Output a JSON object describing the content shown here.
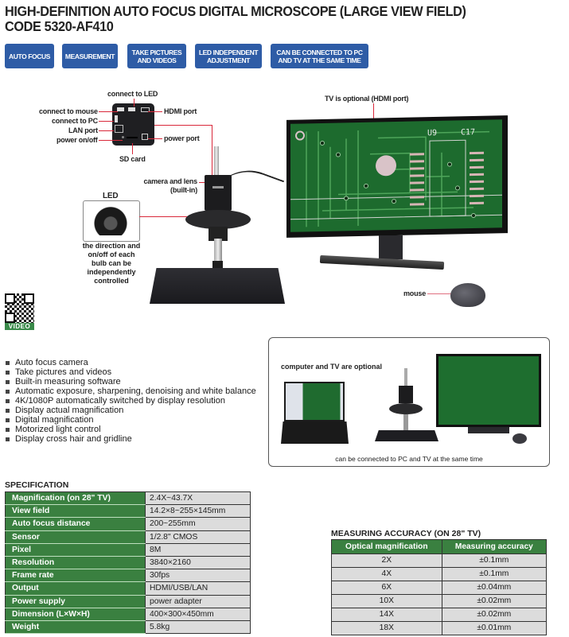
{
  "header": {
    "title_line1": "HIGH-DEFINITION AUTO FOCUS DIGITAL MICROSCOPE (LARGE VIEW FIELD)",
    "title_line2": "CODE 5320-AF410"
  },
  "badges": [
    {
      "line1": "AUTO FOCUS",
      "line2": ""
    },
    {
      "line1": "MEASUREMENT",
      "line2": ""
    },
    {
      "line1": "TAKE PICTURES",
      "line2": "AND VIDEOS"
    },
    {
      "line1": "LED INDEPENDENT",
      "line2": "ADJUSTMENT"
    },
    {
      "line1": "CAN BE CONNECTED TO PC",
      "line2": "AND TV AT THE SAME TIME"
    }
  ],
  "camera_callouts": {
    "connect_led": "connect to LED",
    "connect_mouse": "connect to mouse",
    "connect_pc": "connect to PC",
    "lan_port": "LAN port",
    "power_onoff": "power on/off",
    "hdmi_port": "HDMI port",
    "power_port": "power port",
    "sd_card": "SD card",
    "camera_lens_1": "camera and lens",
    "camera_lens_2": "(built-in)"
  },
  "led_callout": {
    "title": "LED",
    "desc": [
      "the direction and",
      "on/off of each",
      "bulb can be",
      "independently",
      "controlled"
    ]
  },
  "tv_callout": "TV is optional (HDMI port)",
  "mouse_callout": "mouse",
  "screen_labels": {
    "u9": "U9",
    "c17": "C17"
  },
  "qr": {
    "label": "VIDEO"
  },
  "features": [
    "Auto focus camera",
    "Take pictures and videos",
    "Built-in measuring software",
    "Automatic exposure, sharpening, denoising and white balance",
    "4K/1080P automatically switched by display resolution",
    "Display actual magnification",
    "Digital magnification",
    "Motorized light control",
    "Display cross hair and gridline"
  ],
  "setup_box": {
    "caption_top": "computer and TV are optional",
    "caption_bottom": "can be connected to PC and TV at the same time"
  },
  "specification": {
    "title": "SPECIFICATION",
    "rows": [
      {
        "key": "Magnification (on 28\" TV)",
        "value": "2.4X~43.7X"
      },
      {
        "key": "View field",
        "value": "14.2×8~255×145mm"
      },
      {
        "key": "Auto focus distance",
        "value": "200~255mm"
      },
      {
        "key": "Sensor",
        "value": "1/2.8\" CMOS"
      },
      {
        "key": "Pixel",
        "value": "8M"
      },
      {
        "key": "Resolution",
        "value": "3840×2160"
      },
      {
        "key": "Frame rate",
        "value": "30fps"
      },
      {
        "key": "Output",
        "value": "HDMI/USB/LAN"
      },
      {
        "key": "Power supply",
        "value": "power adapter"
      },
      {
        "key": "Dimension (L×W×H)",
        "value": "400×300×450mm"
      },
      {
        "key": "Weight",
        "value": "5.8kg"
      }
    ]
  },
  "accuracy": {
    "title": "MEASURING ACCURACY (ON 28\" TV)",
    "headers": [
      "Optical magnification",
      "Measuring accuracy"
    ],
    "rows": [
      [
        "2X",
        "±0.1mm"
      ],
      [
        "4X",
        "±0.1mm"
      ],
      [
        "6X",
        "±0.04mm"
      ],
      [
        "10X",
        "±0.02mm"
      ],
      [
        "14X",
        "±0.02mm"
      ],
      [
        "18X",
        "±0.01mm"
      ]
    ]
  },
  "colors": {
    "badge_blue": "#2e5ca6",
    "table_green": "#3a8040",
    "table_grey": "#dcdcdc",
    "callout_red": "#d9283a"
  }
}
